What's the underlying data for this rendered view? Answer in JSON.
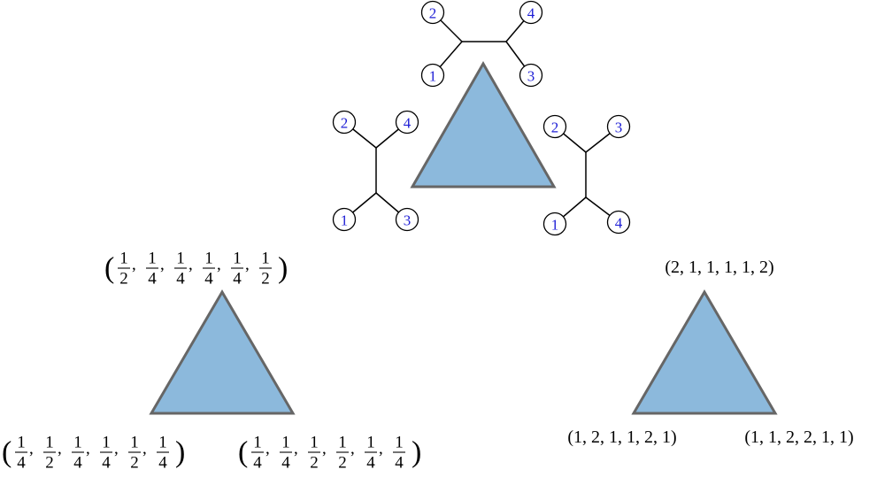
{
  "colors": {
    "triangle_fill": "#8cb9dc",
    "triangle_stroke": "#666666",
    "node_label": "#1f1fd6"
  },
  "trees": [
    {
      "name": "tree-top",
      "leaves": [
        "1",
        "2",
        "3",
        "4"
      ]
    },
    {
      "name": "tree-left",
      "leaves": [
        "1",
        "2",
        "3",
        "4"
      ]
    },
    {
      "name": "tree-right",
      "leaves": [
        "1",
        "2",
        "3",
        "4"
      ]
    }
  ],
  "fractional_coordinates": {
    "top": [
      {
        "num": "1",
        "den": "2"
      },
      {
        "num": "1",
        "den": "4"
      },
      {
        "num": "1",
        "den": "4"
      },
      {
        "num": "1",
        "den": "4"
      },
      {
        "num": "1",
        "den": "4"
      },
      {
        "num": "1",
        "den": "2"
      }
    ],
    "bottom_left": [
      {
        "num": "1",
        "den": "4"
      },
      {
        "num": "1",
        "den": "2"
      },
      {
        "num": "1",
        "den": "4"
      },
      {
        "num": "1",
        "den": "4"
      },
      {
        "num": "1",
        "den": "2"
      },
      {
        "num": "1",
        "den": "4"
      }
    ],
    "bottom_right": [
      {
        "num": "1",
        "den": "4"
      },
      {
        "num": "1",
        "den": "4"
      },
      {
        "num": "1",
        "den": "2"
      },
      {
        "num": "1",
        "den": "2"
      },
      {
        "num": "1",
        "den": "4"
      },
      {
        "num": "1",
        "den": "4"
      }
    ]
  },
  "integer_coordinates": {
    "top": "(2, 1, 1, 1, 1, 2)",
    "bottom_left": "(1, 2, 1, 1, 2, 1)",
    "bottom_right": "(1, 1, 2, 2, 1, 1)"
  }
}
